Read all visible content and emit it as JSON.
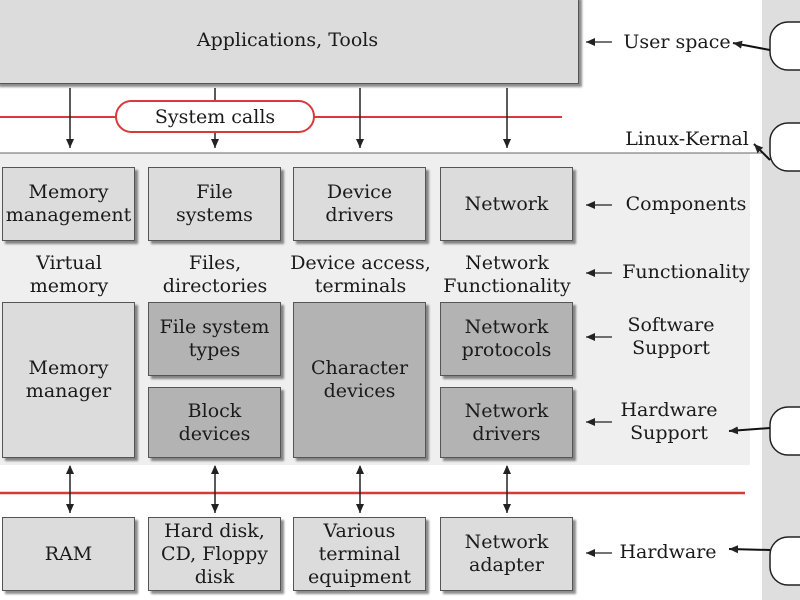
{
  "top": {
    "applications": "Applications, Tools",
    "system_calls": "System calls"
  },
  "components": [
    "Memory\nmanagement",
    "File\nsystems",
    "Device\ndrivers",
    "Network"
  ],
  "functionality": [
    "Virtual\nmemory",
    "Files,\ndirectories",
    "Device access,\nterminals",
    "Network\nFunctionality"
  ],
  "support": {
    "memory_manager": "Memory\nmanager",
    "fs_types": "File system\ntypes",
    "block_devices": "Block devices",
    "char_devices": "Character\ndevices",
    "net_protocols": "Network\nprotocols",
    "net_drivers": "Network\ndrivers"
  },
  "hardware": [
    "RAM",
    "Hard disk,\nCD, Floppy\ndisk",
    "Various\nterminal\nequipment",
    "Network\nadapter"
  ],
  "right_labels": {
    "user_space": "User space",
    "linux_kernel": "Linux-Kernal",
    "components": "Components",
    "functionality": "Functionality",
    "software_support": "Software\nSupport",
    "hardware_support": "Hardware\nSupport",
    "hardware": "Hardware"
  },
  "colors": {
    "accent_line": "#d83a3a",
    "light_box": "#dcdcdc",
    "dark_box": "#b3b3b3"
  }
}
